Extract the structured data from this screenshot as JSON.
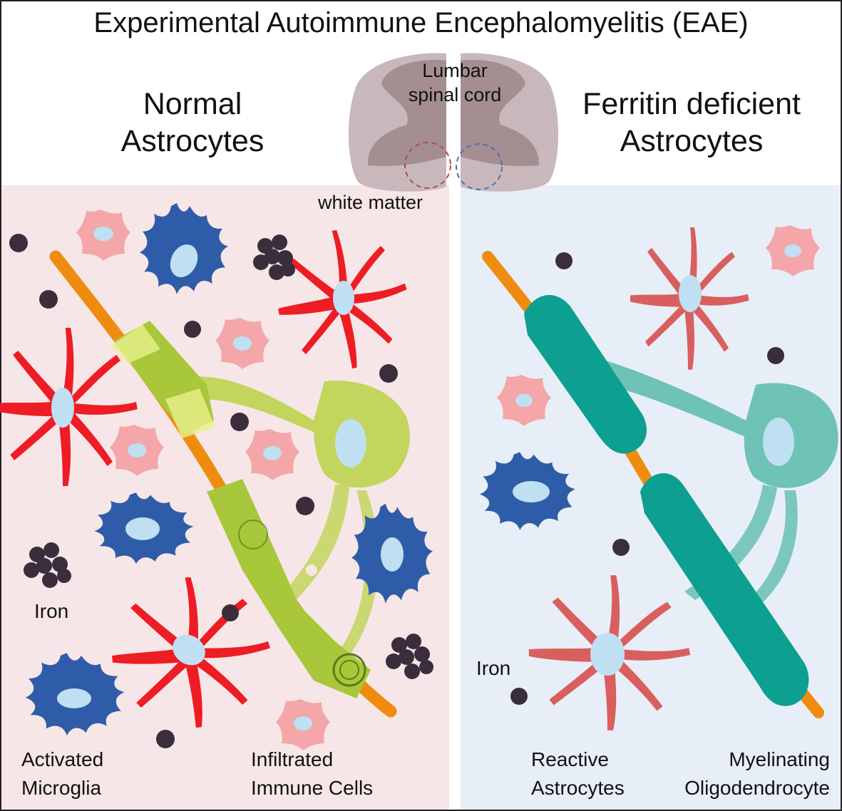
{
  "title": "Experimental Autoimmune Encephalomyelitis (EAE)",
  "left_heading": {
    "line1": "Normal",
    "line2": "Astrocytes"
  },
  "right_heading": {
    "line1": "Ferritin deficient",
    "line2": "Astrocytes"
  },
  "spinal_cord": {
    "line1": "Lumbar",
    "line2": "spinal cord",
    "white_matter": "white matter"
  },
  "left_labels": {
    "iron": "Iron",
    "microglia": {
      "line1": "Activated",
      "line2": "Microglia"
    },
    "immune": {
      "line1": "Infiltrated",
      "line2": "Immune Cells"
    }
  },
  "right_labels": {
    "iron": "Iron",
    "astrocytes": {
      "line1": "Reactive",
      "line2": "Astrocytes"
    },
    "oligodendrocyte": {
      "line1": "Myelinating",
      "line2": "Oligodendrocyte"
    }
  },
  "colors": {
    "left_panel_bg": "#f7e6e7",
    "right_panel_bg": "#e8eef7",
    "reactive_astrocyte_left": "#ee1c25",
    "reactive_astrocyte_right": "#d95f5f",
    "microglia": "#2e5ca8",
    "nucleus": "#bfdff2",
    "immune_cell": "#f4a6a8",
    "iron": "#3a2d3c",
    "axon": "#ef8c0f",
    "damaged_myelin": "#a8c73a",
    "healthy_myelin": "#0d9f8f",
    "spinal_grey": "#a48e92",
    "spinal_white": "#c9b8bb"
  },
  "icons": [
    "reactive-astrocyte-icon",
    "microglia-icon",
    "immune-cell-icon",
    "iron-particle-icon",
    "oligodendrocyte-icon",
    "axon-icon",
    "spinal-cord-icon"
  ]
}
